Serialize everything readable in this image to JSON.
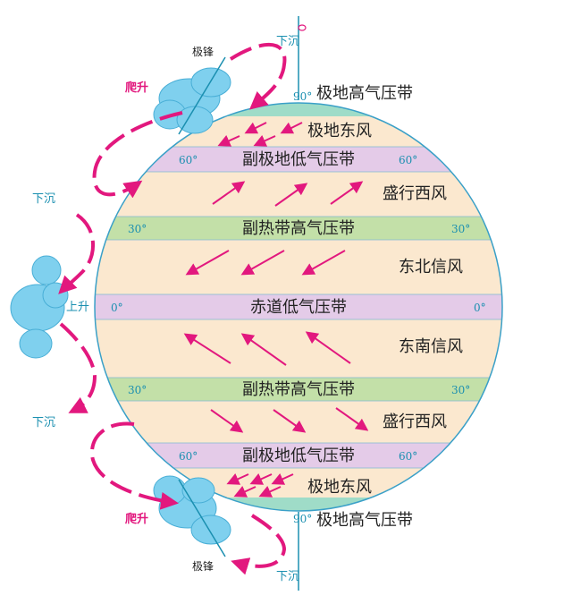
{
  "colors": {
    "wind_arrow": "#e2187e",
    "axis": "#1a8fb0",
    "globe_base": "#fbe8cf",
    "low_pressure_band": "#e4cbe8",
    "high_pressure_band": "#c3e0a8",
    "polar_cap": "#9fdcc8",
    "cloud": "#7fd0ee"
  },
  "polar_axis": {
    "top_label": "下沉",
    "bottom_label": "下沉"
  },
  "pressure_belts": {
    "north_polar_high": "极地高气压带",
    "north_subpolar_low": "副极地低气压带",
    "north_subtropical_high": "副热带高气压带",
    "equatorial_low": "赤道低气压带",
    "south_subtropical_high": "副热带高气压带",
    "south_subpolar_low": "副极地低气压带",
    "south_polar_high": "极地高气压带"
  },
  "wind_belts": {
    "north_polar_easterlies": "极地东风",
    "north_westerlies": "盛行西风",
    "northeast_trades": "东北信风",
    "southeast_trades": "东南信风",
    "south_westerlies": "盛行西风",
    "south_polar_easterlies": "极地东风"
  },
  "latitudes": {
    "n90": "90°",
    "n60": "60°",
    "n30": "30°",
    "eq": "0°",
    "s30": "30°",
    "s60": "60°",
    "s90": "90°"
  },
  "circulation": {
    "front_north": "极锋",
    "front_south": "极锋",
    "climb_north": "爬升",
    "climb_south": "爬升",
    "sink_north": "下沉",
    "sink_south": "下沉",
    "rise_equator": "上升"
  }
}
